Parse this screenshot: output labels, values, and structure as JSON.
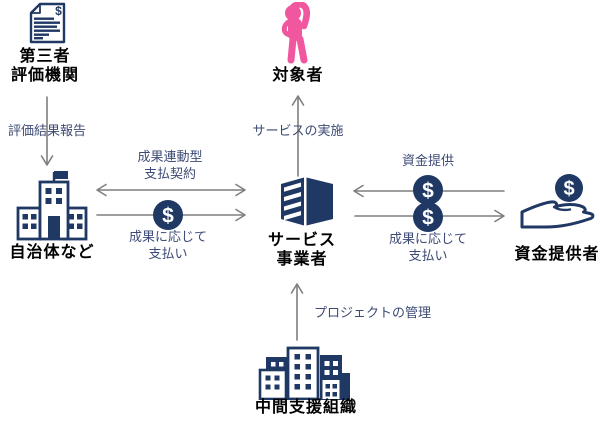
{
  "diagram": {
    "colors": {
      "navy": "#1F3864",
      "pink": "#F0579E",
      "arrow_gray": "#7F7F7F",
      "edge_label_text": "#3D4B76",
      "node_label_text": "#000000"
    },
    "icons": {
      "dollar_sign": "$"
    },
    "nodes": {
      "evaluator": {
        "line1": "第三者",
        "line2": "評価機関"
      },
      "beneficiary": {
        "label": "対象者"
      },
      "government": {
        "label": "自治体など"
      },
      "service_provider": {
        "line1": "サービス",
        "line2": "事業者"
      },
      "funder": {
        "label": "資金提供者"
      },
      "intermediary": {
        "label": "中間支援組織"
      }
    },
    "edges": {
      "evaluation_report": {
        "label": "評価結果報告"
      },
      "service_delivery": {
        "label": "サービスの実施"
      },
      "performance_contract": {
        "line1": "成果連動型",
        "line2": "支払契約"
      },
      "payment_by_results_left": {
        "line1": "成果に応じて",
        "line2": "支払い"
      },
      "funding": {
        "label": "資金提供"
      },
      "payment_by_results_right": {
        "line1": "成果に応じて",
        "line2": "支払い"
      },
      "project_management": {
        "label": "プロジェクトの管理"
      }
    }
  }
}
